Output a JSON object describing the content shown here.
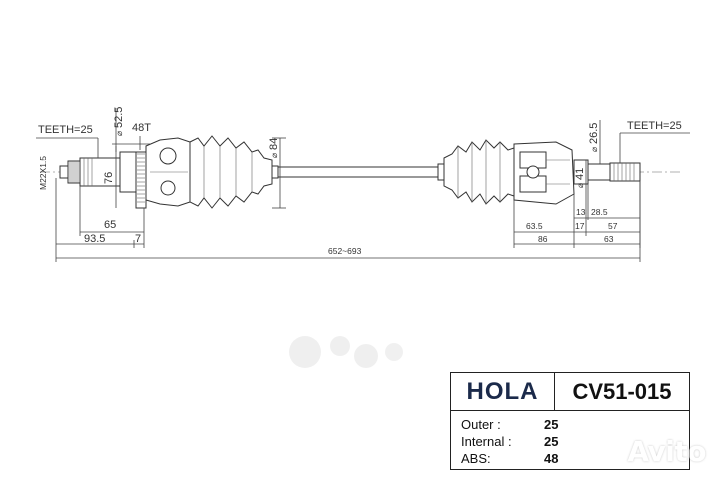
{
  "diagram": {
    "labels": {
      "teeth_left": "TEETH=25",
      "teeth_right": "TEETH=25",
      "d_52_5": "52.5",
      "spline_48t": "48T",
      "d_84": "84",
      "thread": "M22X1.5",
      "dim_76": "76",
      "dim_65": "65",
      "dim_93_5": "93.5",
      "dim_7": "7",
      "dim_total": "652~693",
      "d_26_5": "26.5",
      "d_41": "41",
      "dim_13": "13",
      "dim_28_5": "28.5",
      "dim_63_5": "63.5",
      "dim_17": "17",
      "dim_57": "57",
      "dim_86": "86",
      "dim_63": "63",
      "diameter_symbol": "⌀"
    }
  },
  "titleblock": {
    "brand": "HOLA",
    "part_number": "CV51-015",
    "specs": [
      {
        "key": "Outer :",
        "value": "25"
      },
      {
        "key": "Internal :",
        "value": "25"
      },
      {
        "key": "ABS:",
        "value": "48"
      }
    ]
  },
  "watermark": {
    "text": "Avito"
  }
}
